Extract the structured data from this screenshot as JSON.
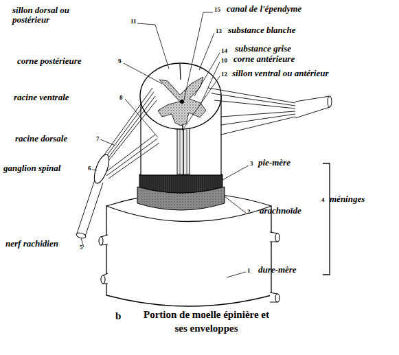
{
  "diagram": {
    "caption": "Portion de moelle épinière et ses enveloppes",
    "labels": [
      "sillon dorsal ou postérieur",
      "11",
      "15",
      "canal de l'épendyme",
      "13",
      "substance blanche",
      "corne postérieure",
      "9",
      "14",
      "substance grise",
      "10",
      "corne antérieure",
      "12",
      "sillon ventral ou antérieur",
      "racine ventrale",
      "8",
      "racine dorsale",
      "7",
      "3",
      "pie-mère",
      "ganglion spinal",
      "6",
      "4",
      "méninges",
      "2",
      "arachnoïde",
      "nerf rachidien",
      "5",
      "1",
      "dure-mère",
      "b"
    ]
  }
}
